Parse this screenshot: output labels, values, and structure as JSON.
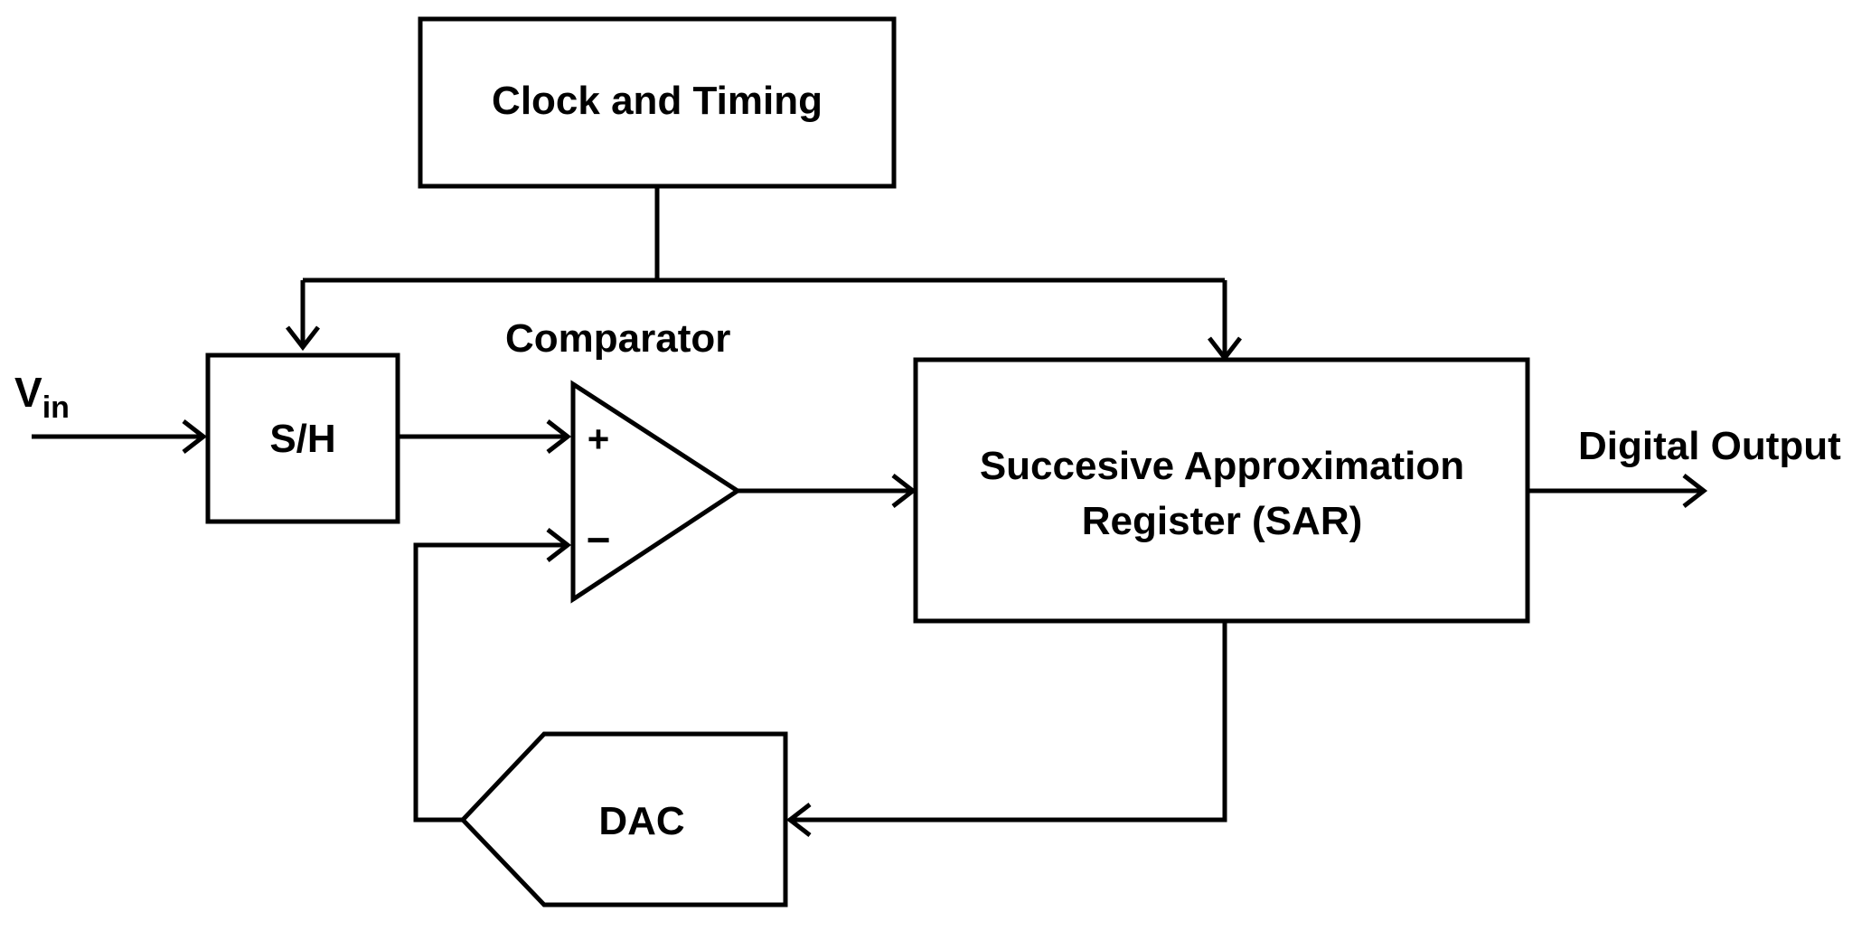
{
  "blocks": {
    "clock": "Clock and Timing",
    "sample_hold": "S/H",
    "sar_line1": "Succesive Approximation",
    "sar_line2": "Register  (SAR)",
    "dac": "DAC"
  },
  "labels": {
    "comparator": "Comparator",
    "vin_main": "V",
    "vin_sub": "in",
    "plus": "+",
    "minus": "−",
    "digital_output": "Digital Output"
  }
}
